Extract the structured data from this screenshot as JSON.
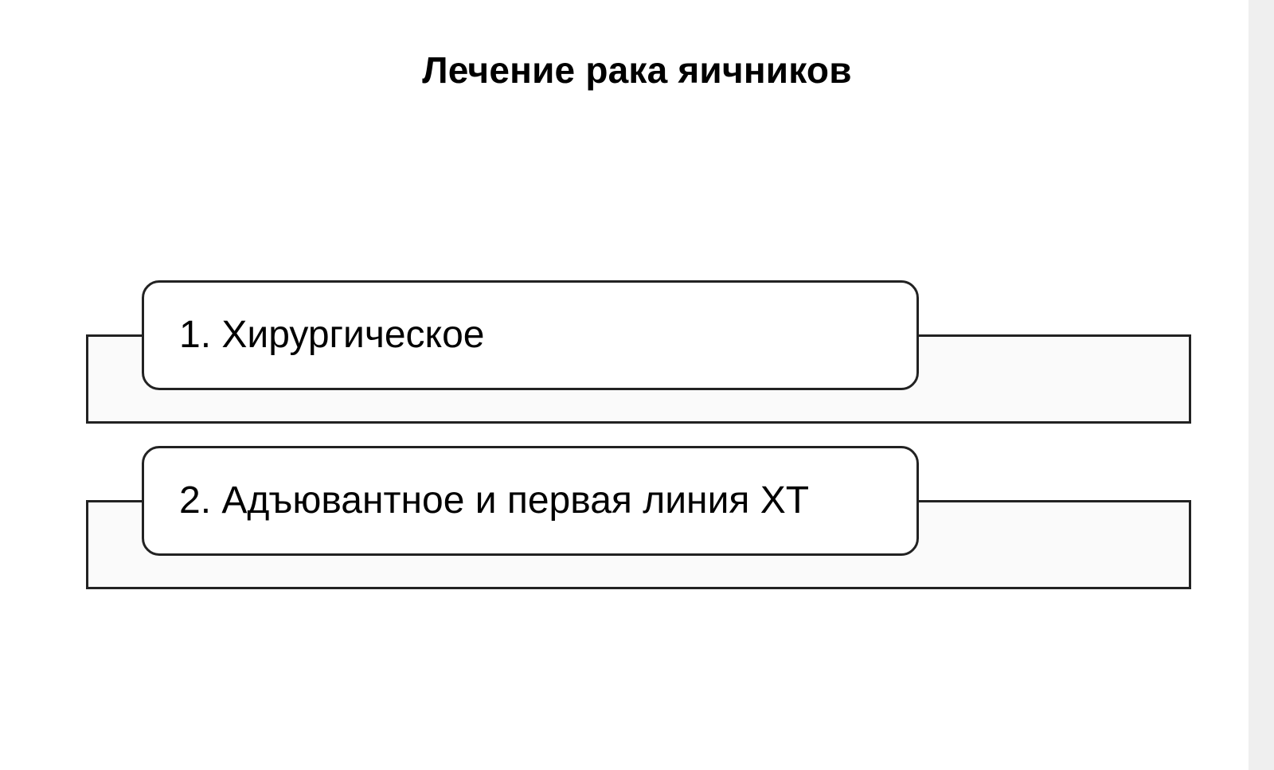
{
  "title": "Лечение рака яичников",
  "items": [
    {
      "label": "1. Хирургическое"
    },
    {
      "label": "2. Адъювантное и первая линия ХТ"
    }
  ]
}
